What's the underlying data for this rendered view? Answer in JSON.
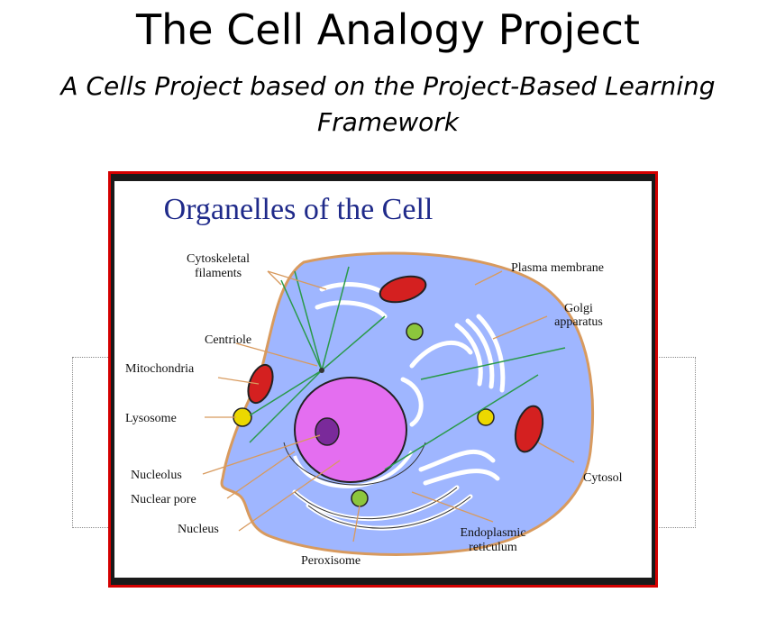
{
  "slide": {
    "title": "The Cell Analogy Project",
    "subtitle": "A Cells Project based on the Project-Based Learning Framework"
  },
  "diagram": {
    "heading": "Organelles of the Cell",
    "labels": {
      "cytoskeletal_1": "Cytoskeletal",
      "cytoskeletal_2": "filaments",
      "plasma_membrane": "Plasma membrane",
      "golgi_1": "Golgi",
      "golgi_2": "apparatus",
      "centriole": "Centriole",
      "mitochondria": "Mitochondria",
      "lysosome": "Lysosome",
      "nucleolus": "Nucleolus",
      "nuclear_pore": "Nuclear pore",
      "nucleus": "Nucleus",
      "peroxisome": "Peroxisome",
      "er_1": "Endoplasmic",
      "er_2": "reticulum",
      "cytosol": "Cytosol"
    },
    "colors": {
      "cytoplasm": "#9fb6ff",
      "membrane": "#d89a5e",
      "nucleus": "#e46ef0",
      "nucleolus": "#7a2a9a",
      "mitochondria": "#d42020",
      "lysosome": "#ecd800",
      "peroxisome": "#8cc63c",
      "heading": "#1f2a8a",
      "frame_border": "#d40000"
    }
  }
}
